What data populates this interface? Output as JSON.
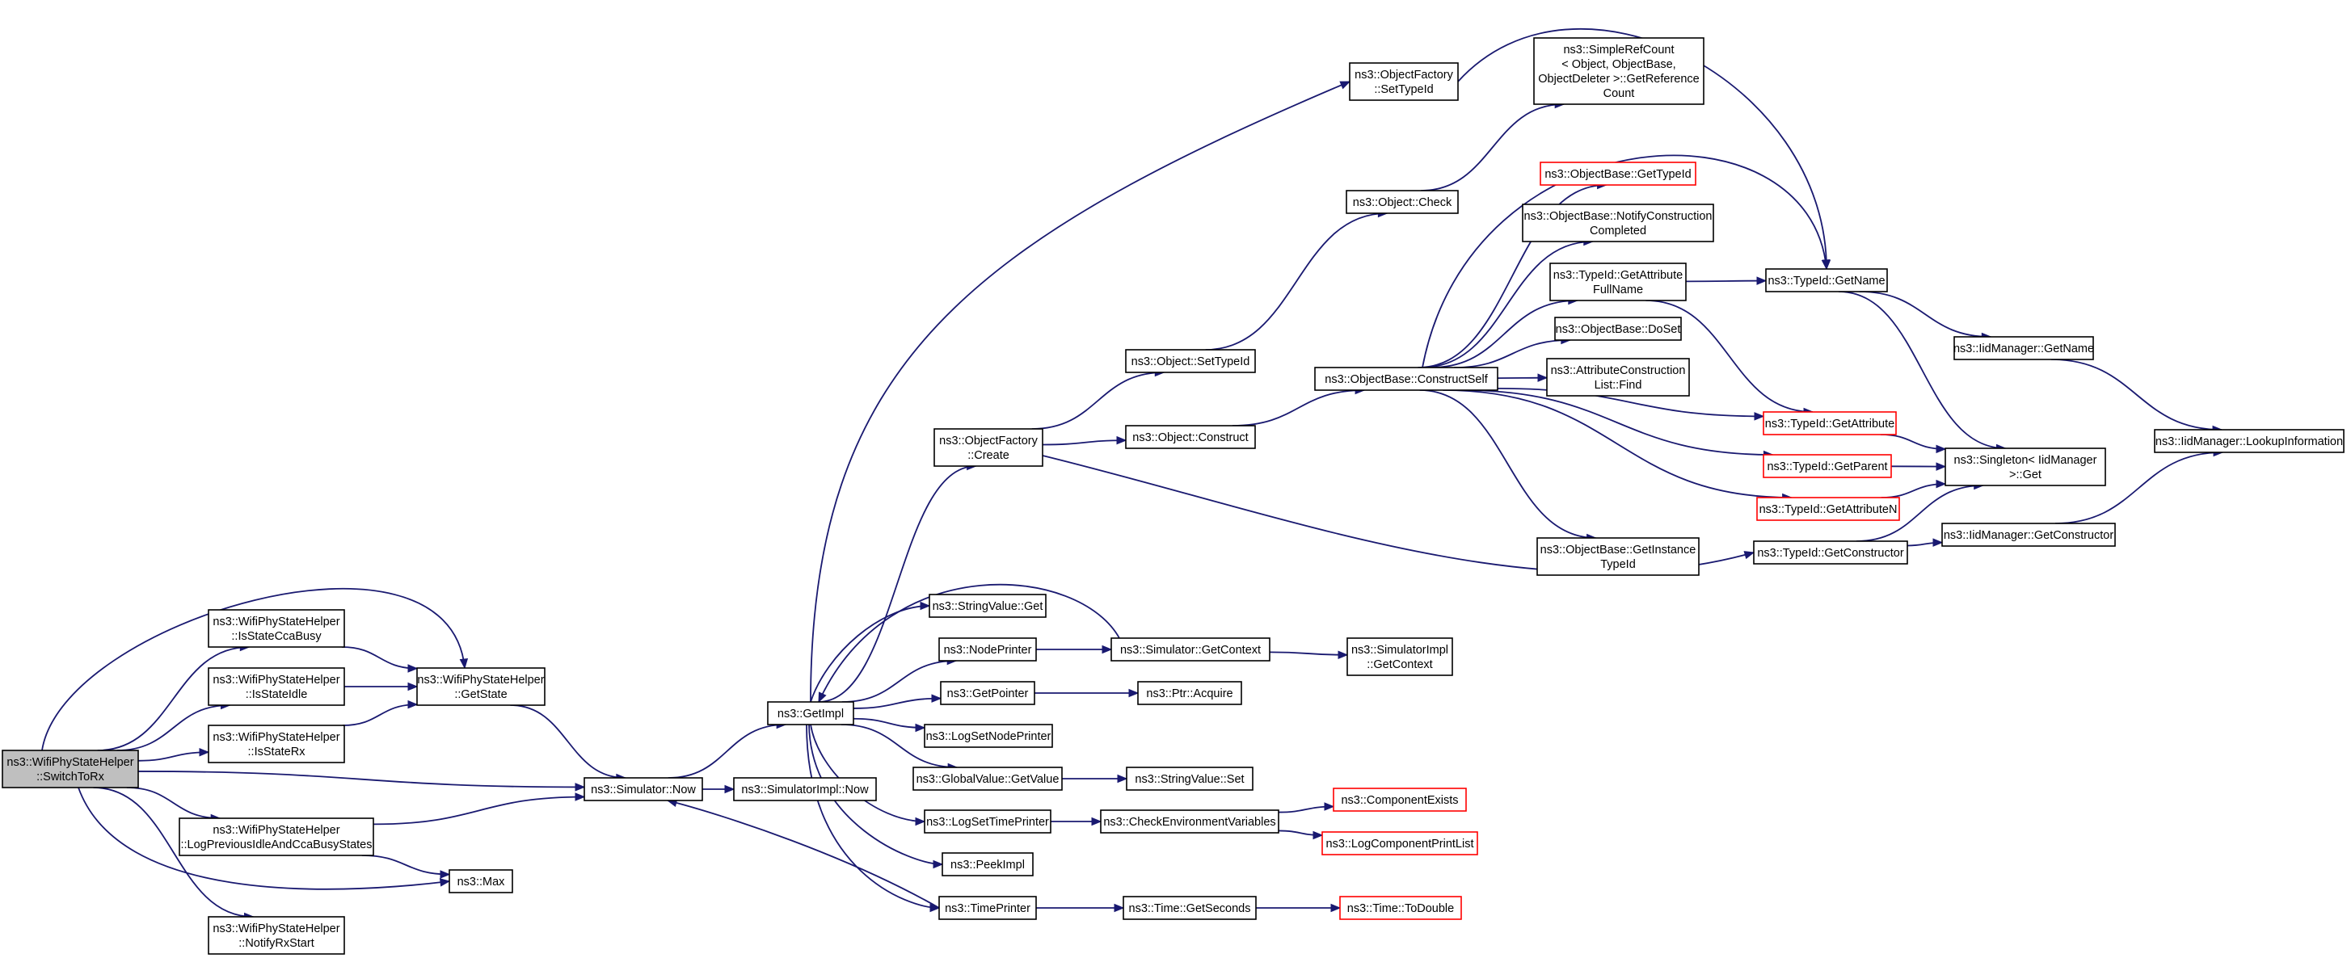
{
  "graph": {
    "nodes": [
      {
        "id": "switch",
        "lines": [
          "ns3::WifiPhyStateHelper",
          "::SwitchToRx"
        ],
        "root": true
      },
      {
        "id": "ccabusy",
        "lines": [
          "ns3::WifiPhyStateHelper",
          "::IsStateCcaBusy"
        ]
      },
      {
        "id": "isidle",
        "lines": [
          "ns3::WifiPhyStateHelper",
          "::IsStateIdle"
        ]
      },
      {
        "id": "isrx",
        "lines": [
          "ns3::WifiPhyStateHelper",
          "::IsStateRx"
        ]
      },
      {
        "id": "getstate",
        "lines": [
          "ns3::WifiPhyStateHelper",
          "::GetState"
        ]
      },
      {
        "id": "logprev",
        "lines": [
          "ns3::WifiPhyStateHelper",
          "::LogPreviousIdleAndCcaBusyStates"
        ]
      },
      {
        "id": "notifyrx",
        "lines": [
          "ns3::WifiPhyStateHelper",
          "::NotifyRxStart"
        ]
      },
      {
        "id": "now",
        "lines": [
          "ns3::Simulator::Now"
        ]
      },
      {
        "id": "max",
        "lines": [
          "ns3::Max"
        ]
      },
      {
        "id": "implnow",
        "lines": [
          "ns3::SimulatorImpl::Now"
        ]
      },
      {
        "id": "getimpl",
        "lines": [
          "ns3::GetImpl"
        ]
      },
      {
        "id": "ofcreate",
        "lines": [
          "ns3::ObjectFactory",
          "::Create"
        ]
      },
      {
        "id": "ofsettypeid",
        "lines": [
          "ns3::ObjectFactory",
          "::SetTypeId"
        ]
      },
      {
        "id": "strget",
        "lines": [
          "ns3::StringValue::Get"
        ]
      },
      {
        "id": "nodeprinter",
        "lines": [
          "ns3::NodePrinter"
        ]
      },
      {
        "id": "getpointer",
        "lines": [
          "ns3::GetPointer"
        ]
      },
      {
        "id": "logsetnode",
        "lines": [
          "ns3::LogSetNodePrinter"
        ]
      },
      {
        "id": "gvgetvalue",
        "lines": [
          "ns3::GlobalValue::GetValue"
        ]
      },
      {
        "id": "logsettime",
        "lines": [
          "ns3::LogSetTimePrinter"
        ]
      },
      {
        "id": "peekimpl",
        "lines": [
          "ns3::PeekImpl"
        ]
      },
      {
        "id": "timeprinter",
        "lines": [
          "ns3::TimePrinter"
        ]
      },
      {
        "id": "objsettypeid",
        "lines": [
          "ns3::Object::SetTypeId"
        ]
      },
      {
        "id": "objconstruct",
        "lines": [
          "ns3::Object::Construct"
        ]
      },
      {
        "id": "objcheck",
        "lines": [
          "ns3::Object::Check"
        ]
      },
      {
        "id": "simgetcontext",
        "lines": [
          "ns3::Simulator::GetContext"
        ]
      },
      {
        "id": "ptracquire",
        "lines": [
          "ns3::Ptr::Acquire"
        ]
      },
      {
        "id": "strset",
        "lines": [
          "ns3::StringValue::Set"
        ]
      },
      {
        "id": "checkenv",
        "lines": [
          "ns3::CheckEnvironmentVariables"
        ]
      },
      {
        "id": "getseconds",
        "lines": [
          "ns3::Time::GetSeconds"
        ]
      },
      {
        "id": "simplerefcount",
        "lines": [
          "ns3::SimpleRefCount",
          "< Object, ObjectBase,",
          "ObjectDeleter >::GetReference",
          "Count"
        ]
      },
      {
        "id": "constructself",
        "lines": [
          "ns3::ObjectBase::ConstructSelf"
        ]
      },
      {
        "id": "implgetcontext",
        "lines": [
          "ns3::SimulatorImpl",
          "::GetContext"
        ]
      },
      {
        "id": "compexists",
        "lines": [
          "ns3::ComponentExists"
        ],
        "red": true
      },
      {
        "id": "logcomplist",
        "lines": [
          "ns3::LogComponentPrintList"
        ],
        "red": true
      },
      {
        "id": "todouble",
        "lines": [
          "ns3::Time::ToDouble"
        ],
        "red": true
      },
      {
        "id": "obgettypeid",
        "lines": [
          "ns3::ObjectBase::GetTypeId"
        ],
        "red": true
      },
      {
        "id": "obnotify",
        "lines": [
          "ns3::ObjectBase::NotifyConstruction",
          "Completed"
        ]
      },
      {
        "id": "getattrfull",
        "lines": [
          "ns3::TypeId::GetAttribute",
          "FullName"
        ]
      },
      {
        "id": "obdoset",
        "lines": [
          "ns3::ObjectBase::DoSet"
        ]
      },
      {
        "id": "acfind",
        "lines": [
          "ns3::AttributeConstruction",
          "List::Find"
        ]
      },
      {
        "id": "obgetinstance",
        "lines": [
          "ns3::ObjectBase::GetInstance",
          "TypeId"
        ]
      },
      {
        "id": "tgetname",
        "lines": [
          "ns3::TypeId::GetName"
        ]
      },
      {
        "id": "tgetattr",
        "lines": [
          "ns3::TypeId::GetAttribute"
        ],
        "red": true
      },
      {
        "id": "tgetparent",
        "lines": [
          "ns3::TypeId::GetParent"
        ],
        "red": true
      },
      {
        "id": "tgetattrn",
        "lines": [
          "ns3::TypeId::GetAttributeN"
        ],
        "red": true
      },
      {
        "id": "tgetconstructor",
        "lines": [
          "ns3::TypeId::GetConstructor"
        ]
      },
      {
        "id": "iidgetname",
        "lines": [
          "ns3::IidManager::GetName"
        ]
      },
      {
        "id": "singletonget",
        "lines": [
          "ns3::Singleton< IidManager",
          ">::Get"
        ]
      },
      {
        "id": "iidgetconstructor",
        "lines": [
          "ns3::IidManager::GetConstructor"
        ]
      },
      {
        "id": "lookupinfo",
        "lines": [
          "ns3::IidManager::LookupInformation"
        ]
      }
    ],
    "edges": [
      [
        "switch",
        "getstate"
      ],
      [
        "switch",
        "ccabusy"
      ],
      [
        "switch",
        "isidle"
      ],
      [
        "switch",
        "isrx"
      ],
      [
        "switch",
        "now"
      ],
      [
        "switch",
        "logprev"
      ],
      [
        "switch",
        "max"
      ],
      [
        "switch",
        "notifyrx"
      ],
      [
        "ccabusy",
        "getstate"
      ],
      [
        "isidle",
        "getstate"
      ],
      [
        "isrx",
        "getstate"
      ],
      [
        "getstate",
        "now"
      ],
      [
        "logprev",
        "now"
      ],
      [
        "logprev",
        "max"
      ],
      [
        "now",
        "getimpl"
      ],
      [
        "now",
        "implnow"
      ],
      [
        "getimpl",
        "ofsettypeid"
      ],
      [
        "getimpl",
        "ofcreate"
      ],
      [
        "getimpl",
        "strget"
      ],
      [
        "getimpl",
        "nodeprinter"
      ],
      [
        "getimpl",
        "getpointer"
      ],
      [
        "getimpl",
        "logsetnode"
      ],
      [
        "getimpl",
        "gvgetvalue"
      ],
      [
        "getimpl",
        "logsettime"
      ],
      [
        "getimpl",
        "peekimpl"
      ],
      [
        "getimpl",
        "timeprinter"
      ],
      [
        "timeprinter",
        "now"
      ],
      [
        "timeprinter",
        "getseconds"
      ],
      [
        "ofsettypeid",
        "tgetname"
      ],
      [
        "ofcreate",
        "objsettypeid"
      ],
      [
        "ofcreate",
        "objconstruct"
      ],
      [
        "ofcreate",
        "tgetconstructor"
      ],
      [
        "objsettypeid",
        "objcheck"
      ],
      [
        "objcheck",
        "simplerefcount"
      ],
      [
        "objconstruct",
        "constructself"
      ],
      [
        "nodeprinter",
        "simgetcontext"
      ],
      [
        "simgetcontext",
        "getimpl"
      ],
      [
        "simgetcontext",
        "implgetcontext"
      ],
      [
        "getpointer",
        "ptracquire"
      ],
      [
        "gvgetvalue",
        "strset"
      ],
      [
        "logsettime",
        "checkenv"
      ],
      [
        "checkenv",
        "compexists"
      ],
      [
        "checkenv",
        "logcomplist"
      ],
      [
        "getseconds",
        "todouble"
      ],
      [
        "constructself",
        "tgetname"
      ],
      [
        "constructself",
        "obgettypeid"
      ],
      [
        "constructself",
        "obnotify"
      ],
      [
        "constructself",
        "getattrfull"
      ],
      [
        "constructself",
        "obdoset"
      ],
      [
        "constructself",
        "acfind"
      ],
      [
        "constructself",
        "tgetattr"
      ],
      [
        "constructself",
        "tgetparent"
      ],
      [
        "constructself",
        "tgetattrn"
      ],
      [
        "constructself",
        "obgetinstance"
      ],
      [
        "getattrfull",
        "tgetname"
      ],
      [
        "getattrfull",
        "tgetattr"
      ],
      [
        "tgetname",
        "iidgetname"
      ],
      [
        "tgetname",
        "singletonget"
      ],
      [
        "tgetattr",
        "singletonget"
      ],
      [
        "tgetparent",
        "singletonget"
      ],
      [
        "tgetattrn",
        "singletonget"
      ],
      [
        "tgetconstructor",
        "singletonget"
      ],
      [
        "tgetconstructor",
        "iidgetconstructor"
      ],
      [
        "iidgetname",
        "lookupinfo"
      ],
      [
        "iidgetconstructor",
        "lookupinfo"
      ]
    ]
  }
}
